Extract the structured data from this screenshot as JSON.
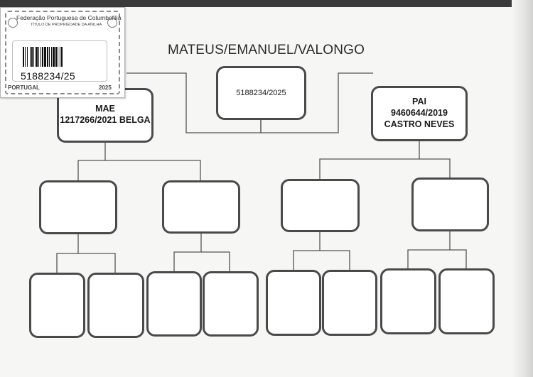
{
  "title": "MATEUS/EMANUEL/VALONGO",
  "center_box": {
    "text": "5188234/2025"
  },
  "mother_box": {
    "line1": "MAE",
    "line2": "1217266/2021 BELGA"
  },
  "father_box": {
    "line1": "PAI",
    "line2": "9460644/2019",
    "line3": "CASTRO NEVES"
  },
  "label": {
    "federation": "Federação Portuguesa de Columbofilia",
    "subtitle": "TÍTULO DE PROPRIEDADE DA ANILHA",
    "ring_number": "5188234/25",
    "country": "PORTUGAL",
    "year": "2025"
  },
  "colors": {
    "box_border": "#4a4a4a",
    "line": "#555555",
    "paper": "#f6f6f4"
  }
}
